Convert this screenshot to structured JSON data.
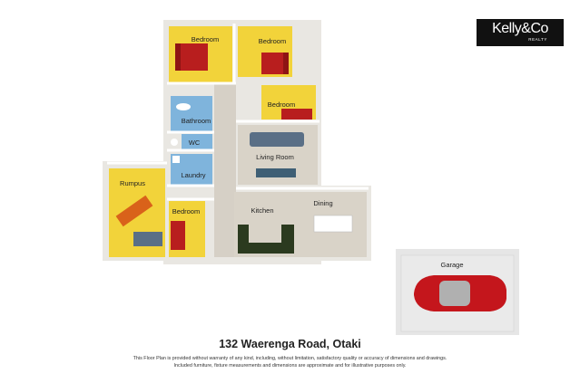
{
  "logo": {
    "name": "Kelly&Co",
    "sub": "REALTY"
  },
  "rooms": {
    "bedroom1": "Bedroom",
    "bedroom2": "Bedroom",
    "bedroom3": "Bedroom",
    "bedroom4": "Bedroom",
    "bathroom": "Bathroom",
    "wc": "WC",
    "laundry": "Laundry",
    "rumpus": "Rumpus",
    "living": "Living Room",
    "kitchen": "Kitchen",
    "dining": "Dining",
    "garage": "Garage"
  },
  "footer": {
    "address": "132 Waerenga Road, Otaki",
    "disclaimer_line1": "This Floor Plan is provided without warranty of any kind, including, without limitation, satisfactory quality or accuracy of dimensions and drawings.",
    "disclaimer_line2": "Included furniture, fixture measurements and dimensions are approximate and for illustrative purposes only."
  },
  "colors": {
    "bedroom_floor": "#f2d33a",
    "wet_floor": "#7fb4dc",
    "living_floor": "#d9d3c8",
    "wall": "#ffffff",
    "furniture_red": "#b81e1e",
    "sofa_blue": "#5a6f86",
    "kitchen_green": "#2b3a1f"
  }
}
